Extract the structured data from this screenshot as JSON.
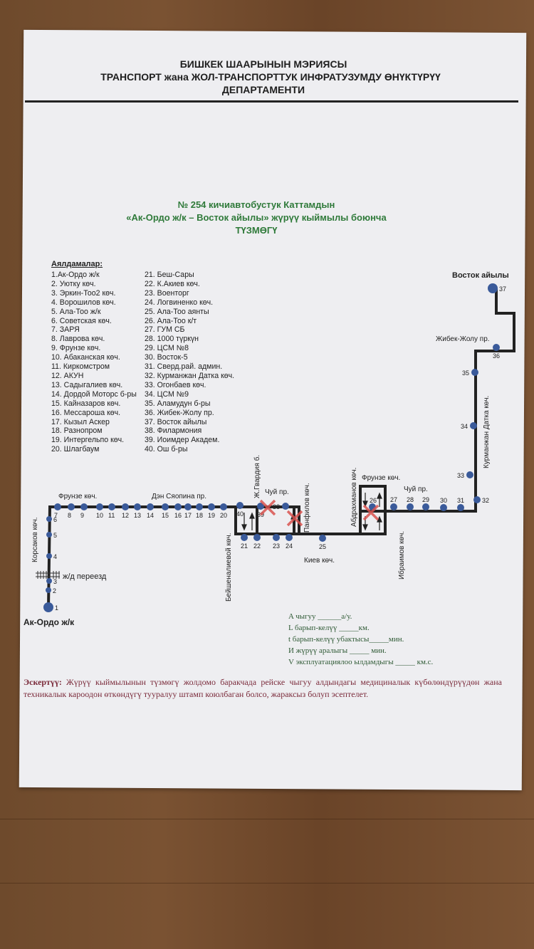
{
  "header": {
    "line1": "БИШКЕК ШААРЫНЫН МЭРИЯСЫ",
    "line2": "ТРАНСПОРТ жана ЖОЛ-ТРАНСПОРТТУК ИНФРАТУЗУМДУ ӨНҮКТҮРҮҮ",
    "line3": "ДЕПАРТАМЕНТИ"
  },
  "title": {
    "line1": "№ 254  кичиавтобустук Каттамдын",
    "line2": "«Ак-Ордо ж/к – Восток айылы» жүрүү кыймылы боюнча",
    "line3": "ТҮЗМӨГҮ"
  },
  "stops_heading": "Аялдамалар:",
  "stops": [
    "1.Ак-Ордо ж/к",
    "2. Уютку көч.",
    "3. Эркин-Тоо2 көч.",
    "4. Ворошилов көч.",
    "5. Ала-Тоо ж/к",
    "6. Советская көч.",
    "7. ЗАРЯ",
    "8. Лаврова көч.",
    "9. Фрунзе көч.",
    "10. Абаканская көч.",
    "11. Киркомстром",
    "12. АКУН",
    "13. Садыгалиев көч.",
    "14. Дордой Моторс б-ры",
    "15. Кайназаров көч.",
    "16. Мессароша көч.",
    "17. Кызыл Аскер",
    "18. Разнопром",
    "19. Интергельпо көч.",
    "20. Шлагбаум",
    "21. Беш-Сары",
    "22. К.Акиев көч.",
    "23. Военторг",
    "24. Логвиненко көч.",
    "25. Ала-Тоо аянты",
    "26. Ала-Тоо к/т",
    "27. ГУМ СБ",
    "28. 1000 түркүн",
    "29. ЦСМ №8",
    "30. Восток-5",
    "31. Сверд.рай. админ.",
    "32. Курманжан Датка көч.",
    "33. Огонбаев көч.",
    "34. ЦСМ №9",
    "35. Аламудун б-ры",
    "36. Жибек-Жолу пр.",
    "37. Восток айылы",
    "38. Филармония",
    "39. Иоимдер Академ.",
    "40. Ош б-ры"
  ],
  "map": {
    "streets": {
      "frunze_west": "Фрунзе көч.",
      "den_xiaoping": "Дэн Сяопина пр.",
      "korsakov": "Корсаков көч.",
      "railway": "ж/д переезд",
      "ak_ordo": "Ак-Ордо ж/к",
      "beishenalieva": "Бейшеналиевой көч.",
      "zh_gvardia": "Ж.Гвардия б.",
      "chui_west": "Чуй пр.",
      "panfilov": "Панфилов көч.",
      "kiev": "Киев көч.",
      "abdrakhmanov": "Абдрахманов көч.",
      "frunze_east": "Фрунзе көч.",
      "chui_east": "Чуй пр.",
      "ibraimov": "Ибраимов көч.",
      "kurmanzhan": "Курманжан Датка көч.",
      "zhibek_zholu": "Жибек-Жолу пр.",
      "vostok": "Восток айылы"
    },
    "stop_numbers": [
      "1",
      "2",
      "3",
      "4",
      "5",
      "6",
      "7",
      "8",
      "9",
      "10",
      "11",
      "12",
      "13",
      "14",
      "15",
      "16",
      "17",
      "18",
      "19",
      "20",
      "21",
      "22",
      "23",
      "24",
      "25",
      "26",
      "27",
      "28",
      "29",
      "30",
      "31",
      "32",
      "33",
      "34",
      "35",
      "36",
      "37",
      "38",
      "39",
      "40"
    ],
    "colors": {
      "route": "#222222",
      "stop": "#3a5a9a",
      "closed": "#d9534f"
    }
  },
  "params": {
    "a": "A чыгуу  ______а/у.",
    "l": "L барып-келүү  _____км.",
    "t": "t барып-келүү убактысы_____мин.",
    "i": "И жүрүү аралыгы  _____     мин.",
    "v": "V эксплуатациялоо ылдамдыгы  _____ км.с."
  },
  "note": {
    "label": "Эскертүү:",
    "text": "Жүрүү кыймылынын түзмөгү жолдомо баракчада рейске чыгуу алдындагы медициналык күбөлөндүрүүдөн жана техникалык кароодон өткөндүгү тууралуу штамп коюлбаган болсо, жараксыз болуп эсептелет."
  }
}
